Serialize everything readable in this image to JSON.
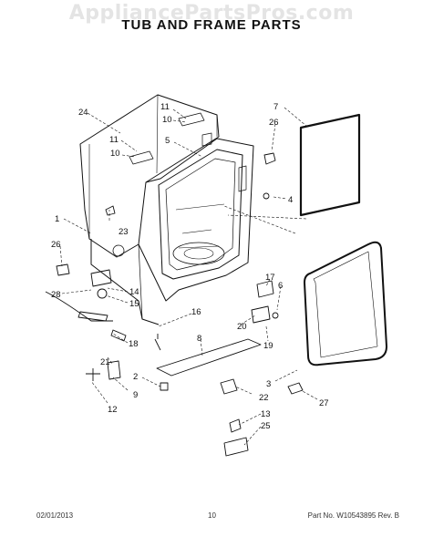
{
  "watermark": "AppliancePartsPros.com",
  "title": "TUB AND FRAME PARTS",
  "callouts": {
    "c24": "24",
    "c11a": "11",
    "c10a": "10",
    "c11b": "11",
    "c10b": "10",
    "c5": "5",
    "c7": "7",
    "c26a": "26",
    "c4": "4",
    "c23": "23",
    "c1": "1",
    "c26b": "26",
    "c28": "28",
    "c14": "14",
    "c15": "15",
    "c17": "17",
    "c6": "6",
    "c16": "16",
    "c20": "20",
    "c19": "19",
    "c18": "18",
    "c8": "8",
    "c21": "21",
    "c2": "2",
    "c9": "9",
    "c12": "12",
    "c3": "3",
    "c22": "22",
    "c27": "27",
    "c13": "13",
    "c25": "25"
  },
  "footer": {
    "date": "02/01/2013",
    "page": "10",
    "part": "Part No.  W10543895  Rev.  B"
  }
}
